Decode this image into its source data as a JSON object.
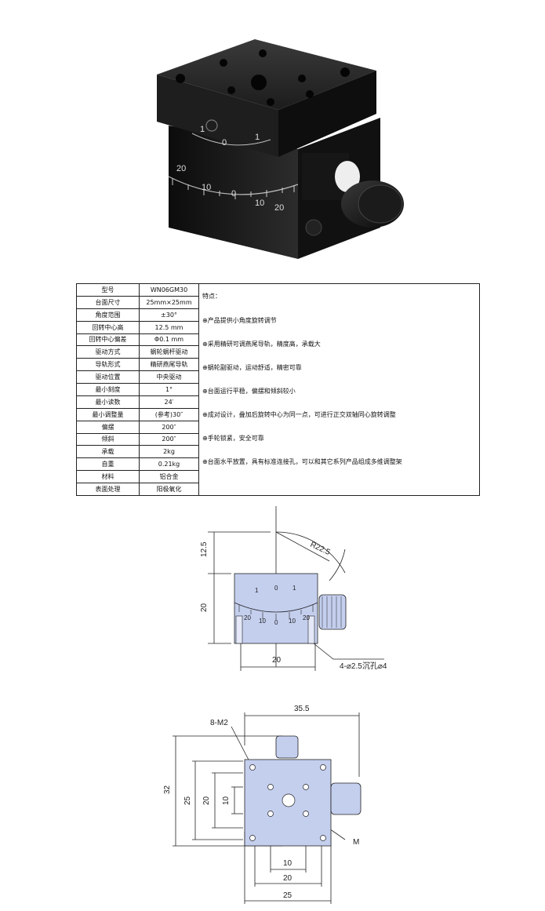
{
  "product_photo": {
    "scale_top": [
      "1",
      "0",
      "1"
    ],
    "scale_bottom": [
      "20",
      "10",
      "0",
      "10",
      "20"
    ]
  },
  "spec_table": {
    "rows": [
      [
        "型号",
        "WN06GM30"
      ],
      [
        "台面尺寸",
        "25mm×25mm"
      ],
      [
        "角度范围",
        "±30°"
      ],
      [
        "回转中心高",
        "12.5 mm"
      ],
      [
        "回转中心偏差",
        "Φ0.1 mm"
      ],
      [
        "驱动方式",
        "蜗轮蜗杆驱动"
      ],
      [
        "导轨形式",
        "精研燕尾导轨"
      ],
      [
        "驱动位置",
        "中央驱动"
      ],
      [
        "最小刻度",
        "1°"
      ],
      [
        "最小读数",
        "24′"
      ],
      [
        "最小调整量",
        "(参考)30″"
      ],
      [
        "偏摆",
        "200″"
      ],
      [
        "倾斜",
        "200″"
      ],
      [
        "承载",
        "2kg"
      ],
      [
        "自重",
        "0.21kg"
      ],
      [
        "材料",
        "铝合金"
      ],
      [
        "表面处理",
        "阳极氧化"
      ]
    ],
    "features_title": "特点：",
    "features": [
      "⊕产品提供小角度旋转调节",
      "⊕采用精研可调燕尾导轨，精度高，承载大",
      "⊕蜗轮副驱动，运动舒适，精密可靠",
      "⊕台面运行平稳，偏摆和倾斜较小",
      "⊕成对设计，叠加后旋转中心为同一点，可进行正交双轴同心旋转调整",
      "⊕手轮锁紧，安全可靠",
      "⊕台面水平放置，具有标准连接孔，可以和其它系列产品组成多维调整架"
    ]
  },
  "front_view": {
    "dim_height_top": "12.5",
    "dim_height_body": "20",
    "dim_radius": "R22.5",
    "dim_width": "20",
    "dim_holes": "4-⌀2.5沉孔⌀4",
    "scale_top": [
      "1",
      "0",
      "1"
    ],
    "scale_bottom": [
      "20",
      "10",
      "0",
      "10",
      "20"
    ]
  },
  "top_view": {
    "dim_outer_width": "35.5",
    "dim_threads": "8-M2",
    "dim_outer_height": "32",
    "dim_h25": "25",
    "dim_h20": "20",
    "dim_h10": "10",
    "dim_center": "M",
    "dim_w10": "10",
    "dim_w20": "20",
    "dim_w25": "25"
  },
  "colors": {
    "stage_black": "#1a1a1a",
    "drawing_fill": "#c4cfee",
    "line": "#222222"
  }
}
